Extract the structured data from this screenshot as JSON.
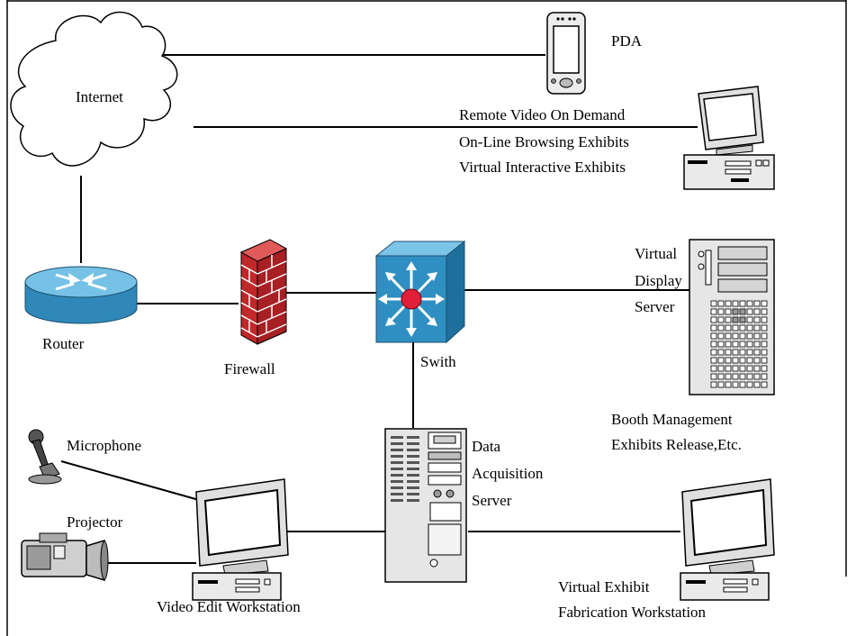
{
  "nodes": {
    "internet": "Internet",
    "pda": "PDA",
    "remote_services": [
      "Remote Video On Demand",
      "On-Line Browsing Exhibits",
      "Virtual Interactive Exhibits"
    ],
    "router": "Router",
    "firewall": "Firewall",
    "switch": "Swith",
    "virtual_display_server": [
      "Virtual",
      "Display",
      "Server"
    ],
    "booth_services": [
      "Booth Management",
      "Exhibits Release,Etc."
    ],
    "microphone": "Microphone",
    "projector": "Projector",
    "video_edit_workstation": "Video Edit Workstation",
    "data_acquisition_server": [
      "Data",
      "Acquisition",
      "Server"
    ],
    "virtual_exhibit_workstation": [
      "Virtual Exhibit",
      "Fabrication Workstation"
    ]
  },
  "colors": {
    "router": "#2f88b8",
    "router_light": "#76c2e6",
    "firewall": "#c0282a",
    "switch": "#2f8fc2",
    "switch_hub": "#e0203a",
    "device_gray": "#e6e6e6",
    "device_dark": "#9a9a9a"
  }
}
